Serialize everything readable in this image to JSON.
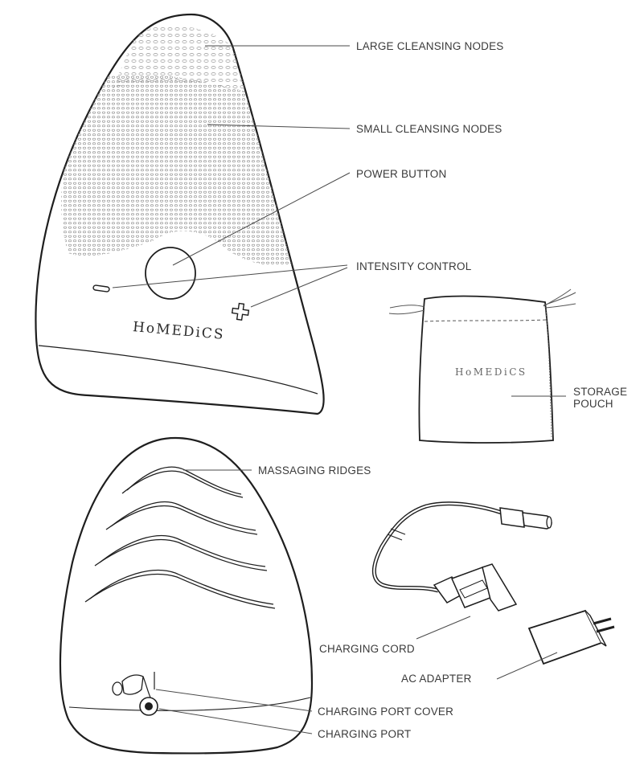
{
  "brand": {
    "logo_text": "HoMEDiCS",
    "pouch_logo_text": "HoMEDiCS"
  },
  "callouts": {
    "large_nodes": "LARGE CLEANSING NODES",
    "small_nodes": "SMALL CLEANSING NODES",
    "power_button": "POWER BUTTON",
    "intensity_control": "INTENSITY CONTROL",
    "storage_pouch_line1": "STORAGE",
    "storage_pouch_line2": "POUCH",
    "massaging_ridges": "MASSAGING RIDGES",
    "charging_cord": "CHARGING CORD",
    "ac_adapter": "AC ADAPTER",
    "charging_port_cover": "CHARGING PORT COVER",
    "charging_port": "CHARGING PORT"
  },
  "colors": {
    "outline": "#1e1e1e",
    "leader": "#4a4a4a",
    "text": "#3a3a3a"
  }
}
